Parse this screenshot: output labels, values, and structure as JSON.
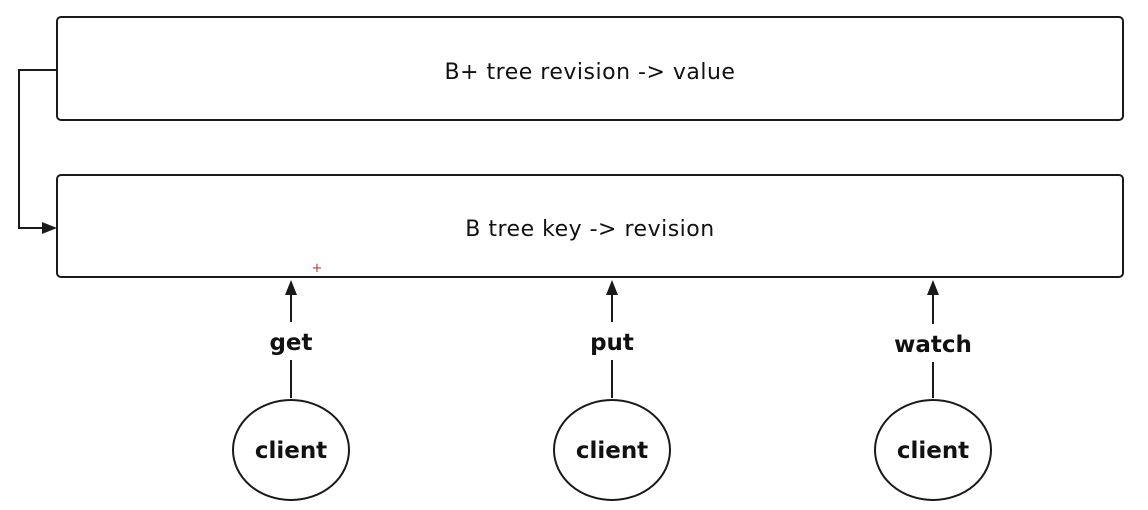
{
  "diagram": {
    "top_box": {
      "label": "B+ tree revision -> value"
    },
    "bottom_box": {
      "label": "B tree key -> revision"
    },
    "operations": [
      {
        "label": "get",
        "client": "client"
      },
      {
        "label": "put",
        "client": "client"
      },
      {
        "label": "watch",
        "client": "client"
      }
    ],
    "cursor_glyph": "+",
    "colors": {
      "stroke": "#1a1a1a",
      "text": "#111111",
      "cursor": "#c0392b"
    }
  }
}
